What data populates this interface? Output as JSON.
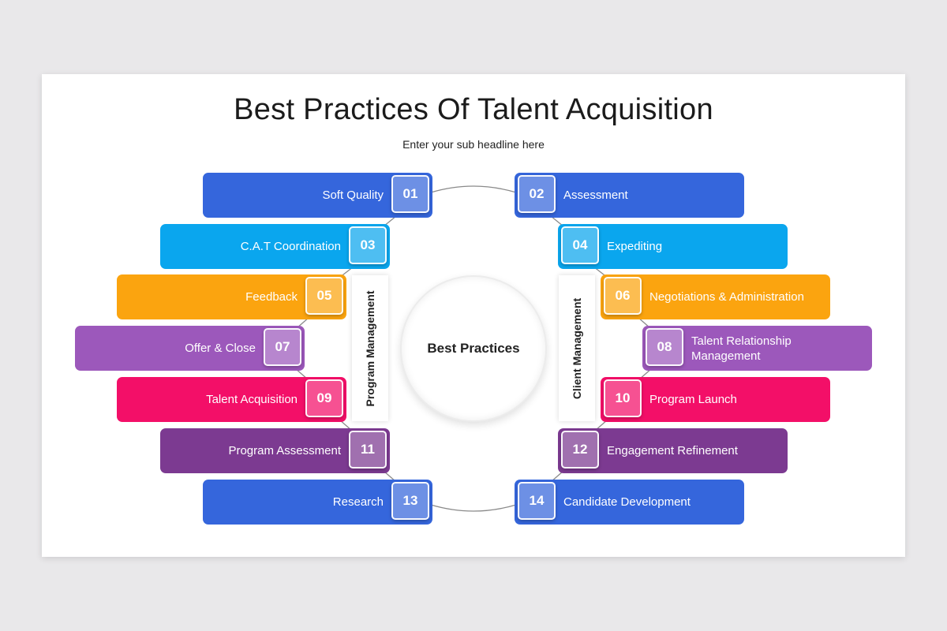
{
  "title": "Best Practices Of Talent Acquisition",
  "subtitle": "Enter your sub headline here",
  "center_label": "Best Practices",
  "left_group_label": "Program Management",
  "right_group_label": "Client Management",
  "items": [
    {
      "num": "01",
      "label": "Soft Quality",
      "color": "#3566dc"
    },
    {
      "num": "02",
      "label": "Assessment",
      "color": "#3566dc"
    },
    {
      "num": "03",
      "label": "C.A.T Coordination",
      "color": "#0aa6ee"
    },
    {
      "num": "04",
      "label": "Expediting",
      "color": "#0aa6ee"
    },
    {
      "num": "05",
      "label": "Feedback",
      "color": "#fba40f"
    },
    {
      "num": "06",
      "label": "Negotiations & Administration",
      "color": "#fba40f"
    },
    {
      "num": "07",
      "label": "Offer & Close",
      "color": "#9c58bb"
    },
    {
      "num": "08",
      "label": "Talent Relationship Management",
      "color": "#9c58bb"
    },
    {
      "num": "09",
      "label": "Talent Acquisition",
      "color": "#f30f68"
    },
    {
      "num": "10",
      "label": "Program Launch",
      "color": "#f30f68"
    },
    {
      "num": "11",
      "label": "Program Assessment",
      "color": "#7c3a91"
    },
    {
      "num": "12",
      "label": "Engagement Refinement",
      "color": "#7c3a91"
    },
    {
      "num": "13",
      "label": "Research",
      "color": "#3566dc"
    },
    {
      "num": "14",
      "label": "Candidate Development",
      "color": "#3566dc"
    }
  ]
}
